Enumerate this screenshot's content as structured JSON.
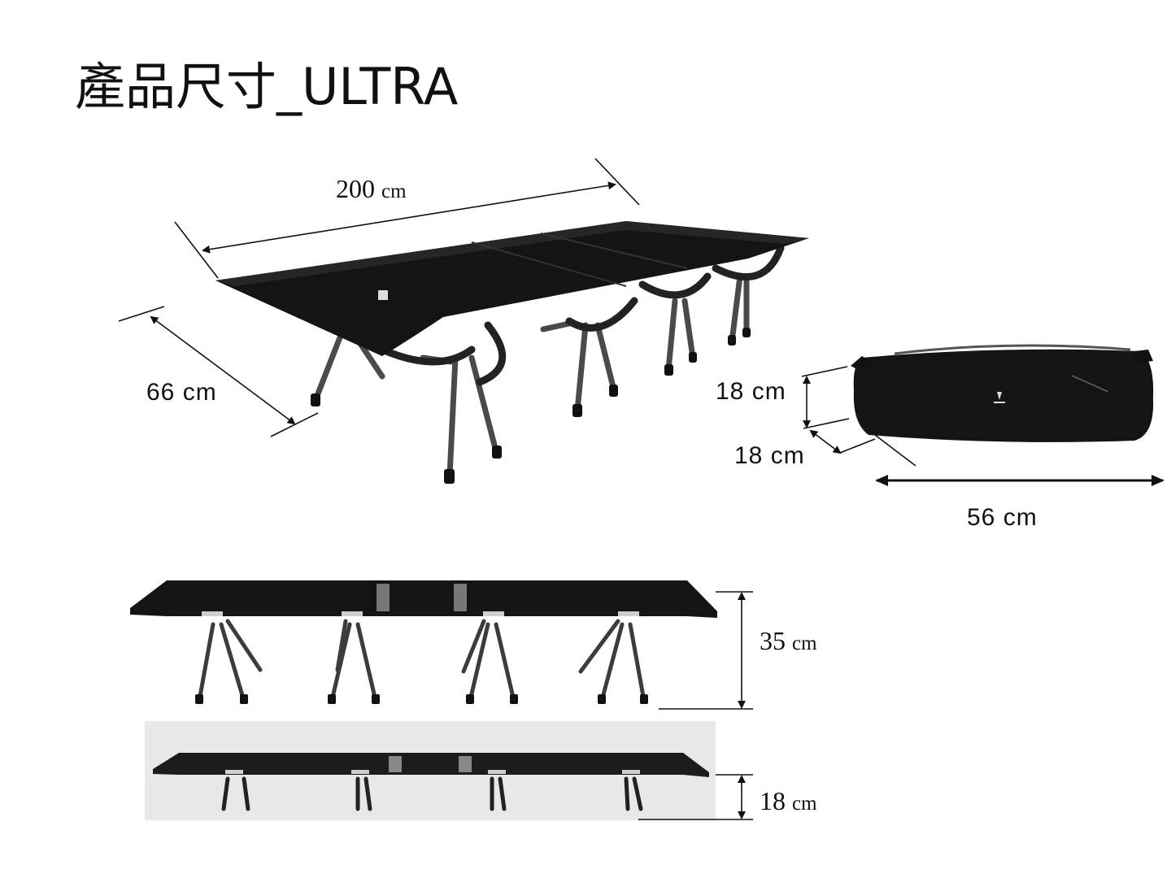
{
  "page": {
    "title": "產品尺寸_ULTRA"
  },
  "dimensions": {
    "cot_length": {
      "value": "200",
      "unit": "cm"
    },
    "cot_width": "66 cm",
    "bag_height": "18 cm",
    "bag_depth": "18 cm",
    "bag_length": "56 cm",
    "high_mode_height": {
      "value": "35",
      "unit": "cm"
    },
    "low_mode_height": {
      "value": "18",
      "unit": "cm"
    }
  },
  "colors": {
    "product": "#121212",
    "frame": "#3a3a3a",
    "line": "#111111"
  }
}
